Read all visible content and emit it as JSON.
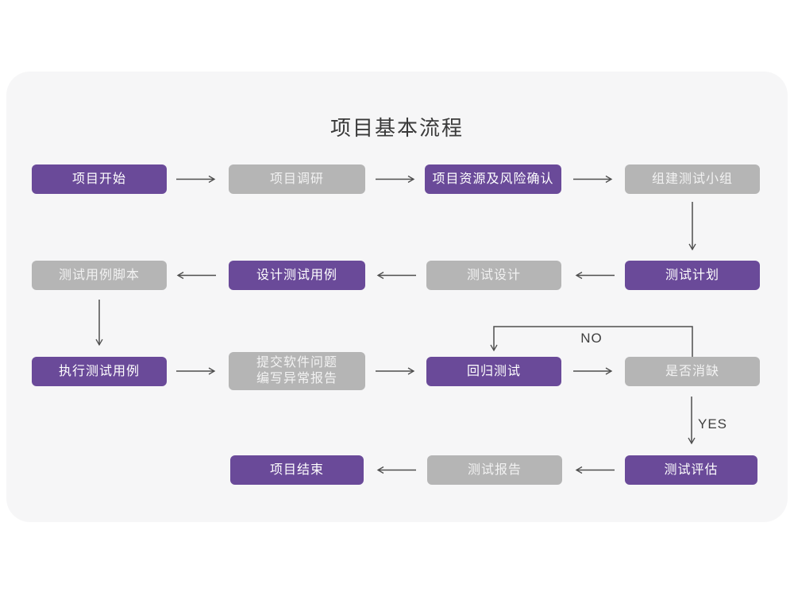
{
  "title": "项目基本流程",
  "colors": {
    "accent_purple": "#6a4a99",
    "node_gray": "#b5b5b5",
    "card_background": "#f6f6f7",
    "arrow": "#4e4e4e"
  },
  "edge_labels": {
    "no": "NO",
    "yes": "YES"
  },
  "nodes": [
    {
      "id": "project-start",
      "label": "项目开始",
      "variant": "purple"
    },
    {
      "id": "project-research",
      "label": "项目调研",
      "variant": "gray"
    },
    {
      "id": "resources-risk",
      "label": "项目资源及风险确认",
      "variant": "purple"
    },
    {
      "id": "build-test-team",
      "label": "组建测试小组",
      "variant": "gray"
    },
    {
      "id": "test-case-script",
      "label": "测试用例脚本",
      "variant": "gray"
    },
    {
      "id": "design-test-cases",
      "label": "设计测试用例",
      "variant": "purple"
    },
    {
      "id": "test-design",
      "label": "测试设计",
      "variant": "gray"
    },
    {
      "id": "test-plan",
      "label": "测试计划",
      "variant": "purple"
    },
    {
      "id": "execute-test-cases",
      "label": "执行测试用例",
      "variant": "purple"
    },
    {
      "id": "submit-issue-report",
      "label": "提交软件问题\n编写异常报告",
      "variant": "gray"
    },
    {
      "id": "regression-test",
      "label": "回归测试",
      "variant": "purple"
    },
    {
      "id": "defect-resolved",
      "label": "是否消缺",
      "variant": "gray"
    },
    {
      "id": "test-evaluation",
      "label": "测试评估",
      "variant": "purple"
    },
    {
      "id": "test-report",
      "label": "测试报告",
      "variant": "gray"
    },
    {
      "id": "project-end",
      "label": "项目结束",
      "variant": "purple"
    }
  ]
}
